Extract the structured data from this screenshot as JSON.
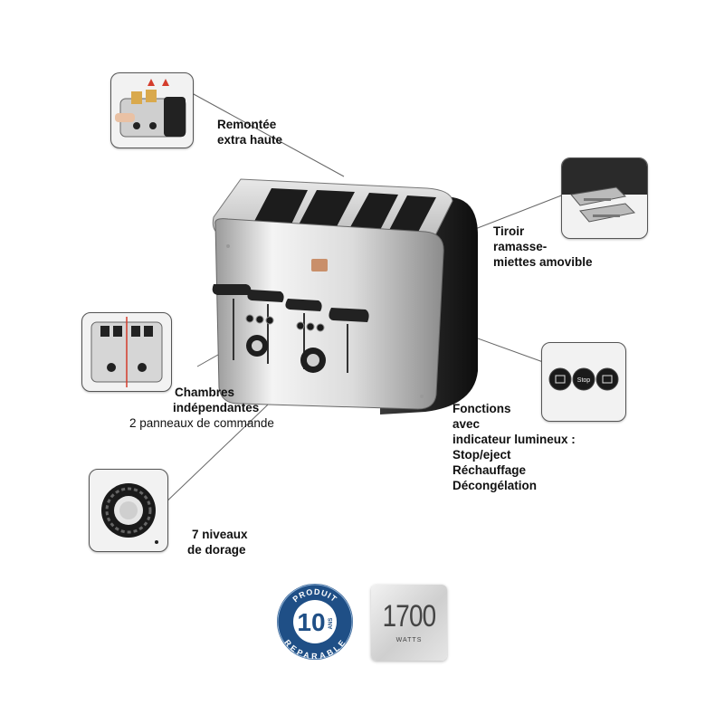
{
  "features": {
    "lift": {
      "line1": "Remontée",
      "line2": "extra haute"
    },
    "crumb": {
      "line1": "Tiroir",
      "line2": "ramasse-",
      "line3": "miettes amovible"
    },
    "chambers": {
      "line1": "Chambres",
      "line2": "indépendantes",
      "line3": "2 panneaux de commande"
    },
    "functions": {
      "line1": "Fonctions",
      "line2": "avec",
      "line3": "indicateur lumineux :",
      "line4": "Stop/eject",
      "line5": "Réchauffage",
      "line6": "Décongélation"
    },
    "browning": {
      "line1": "7 niveaux",
      "line2": "de dorage"
    }
  },
  "buttons_inset": {
    "stop_label": "Stop"
  },
  "repair_badge": {
    "top": "PRODUIT",
    "number": "10",
    "unit": "ANS",
    "bottom": "REPARABLE"
  },
  "watt_badge": {
    "value": "1700",
    "unit": "WATTS"
  },
  "colors": {
    "body_black": "#1a1a1a",
    "steel": "#d6d6d6",
    "badge_blue": "#1f4f86",
    "accent_copper": "#c98f6a"
  }
}
